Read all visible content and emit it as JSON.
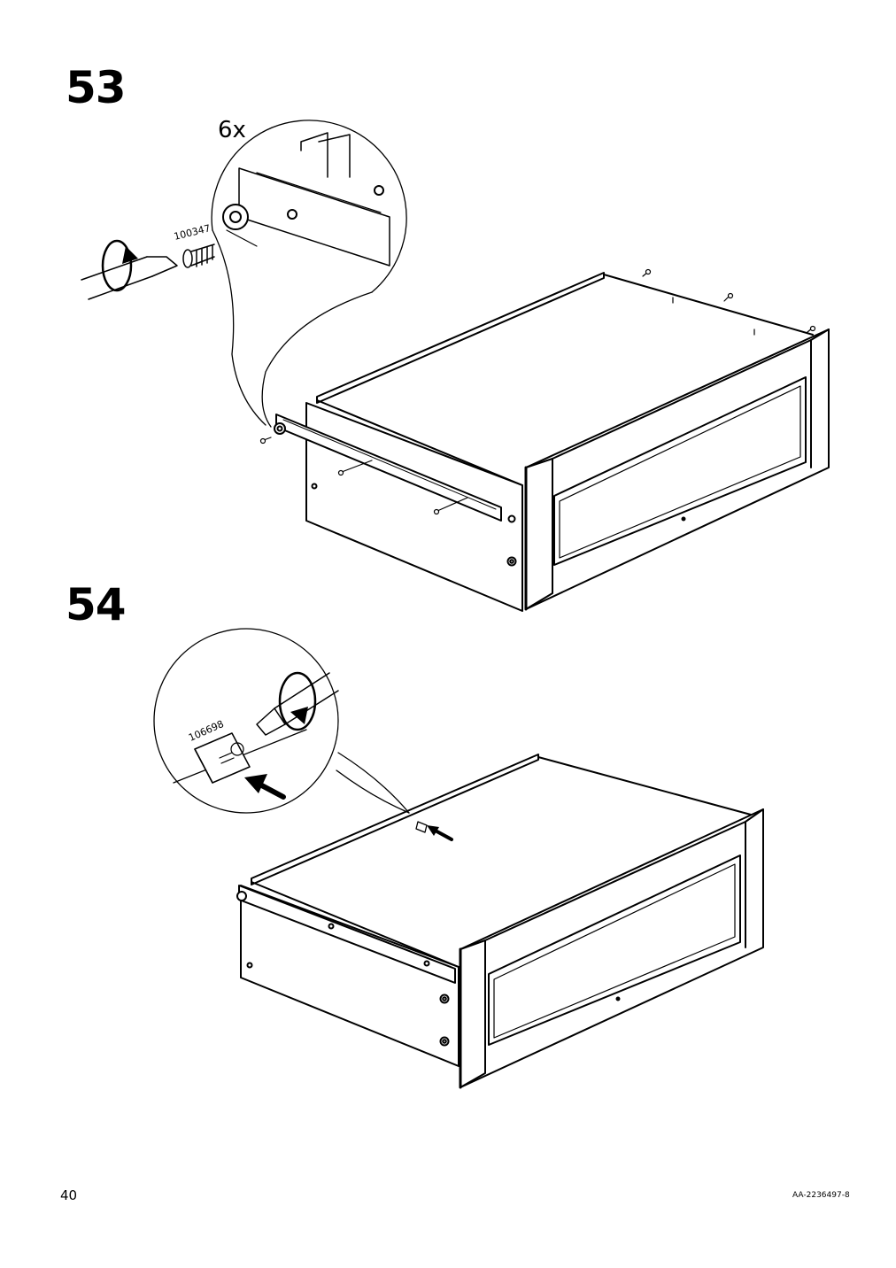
{
  "steps": [
    {
      "number": "53",
      "quantity": "6x",
      "part_number": "100347"
    },
    {
      "number": "54",
      "part_number": "106698"
    }
  ],
  "footer": {
    "page_number": "40",
    "document_id": "AA-2236497-8"
  }
}
